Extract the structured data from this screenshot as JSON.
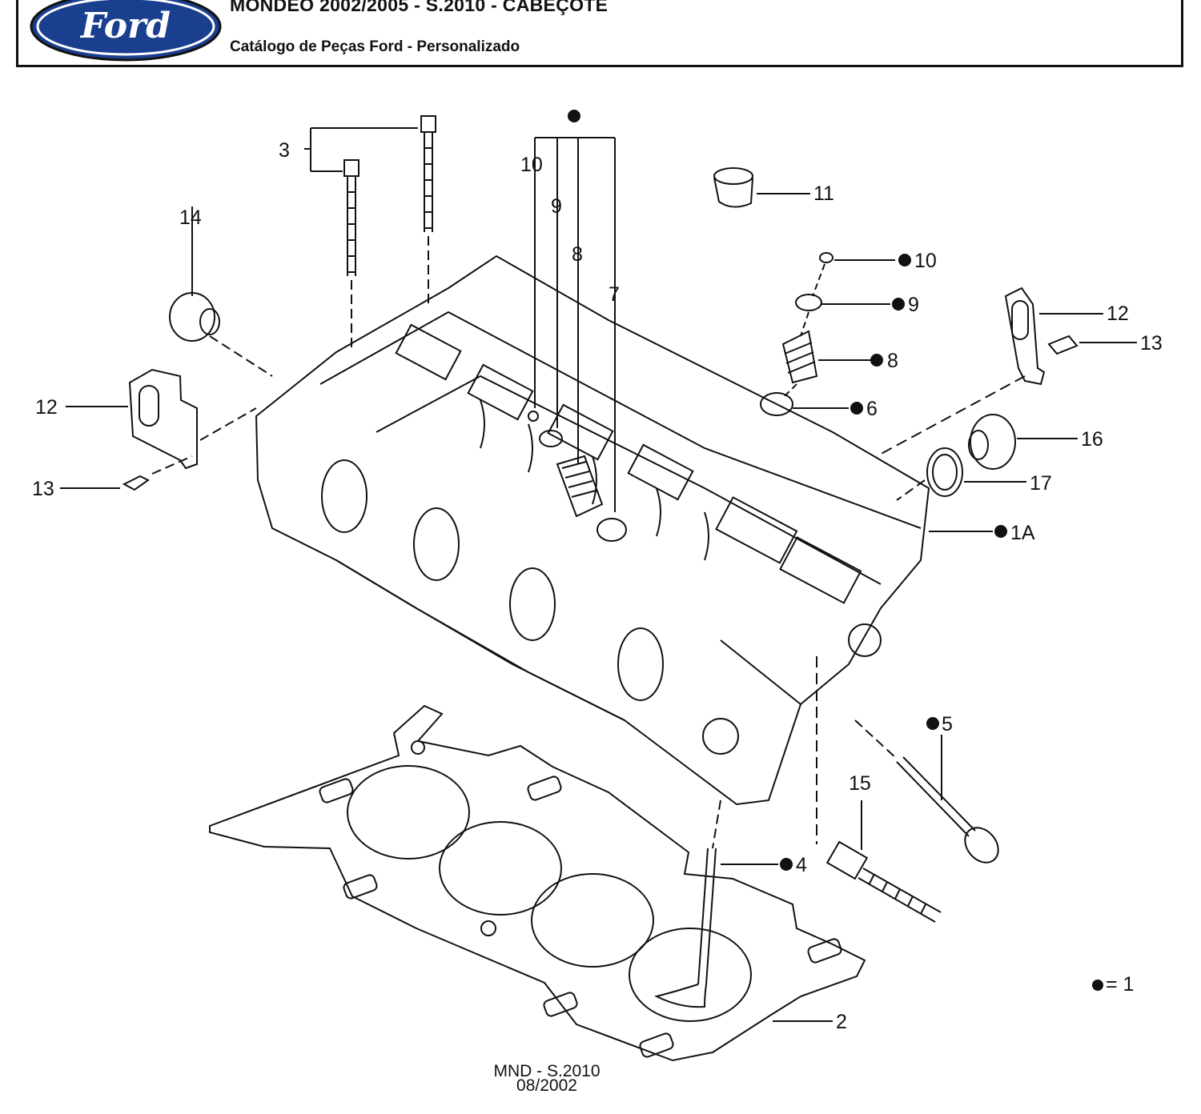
{
  "header": {
    "logo_text": "Ford",
    "title": "MONDEO 2002/2005 - S.2010 - CABEÇOTE",
    "subtitle": "Catálogo de Peças Ford - Personalizado"
  },
  "callouts": {
    "c3": "3",
    "c10a": "10",
    "c9a": "9",
    "c8a": "8",
    "c7": "7",
    "c11": "11",
    "c14": "14",
    "c10b": "10",
    "c9b": "9",
    "c8b": "8",
    "c6": "6",
    "c12a": "12",
    "c13a": "13",
    "c12b": "12",
    "c13b": "13",
    "c16": "16",
    "c17": "17",
    "c1a": "1A",
    "c5": "5",
    "c15": "15",
    "c4": "4",
    "c2": "2"
  },
  "footer": {
    "code": "MND - S.2010",
    "date": "08/2002"
  },
  "legend": {
    "text": "= 1"
  }
}
